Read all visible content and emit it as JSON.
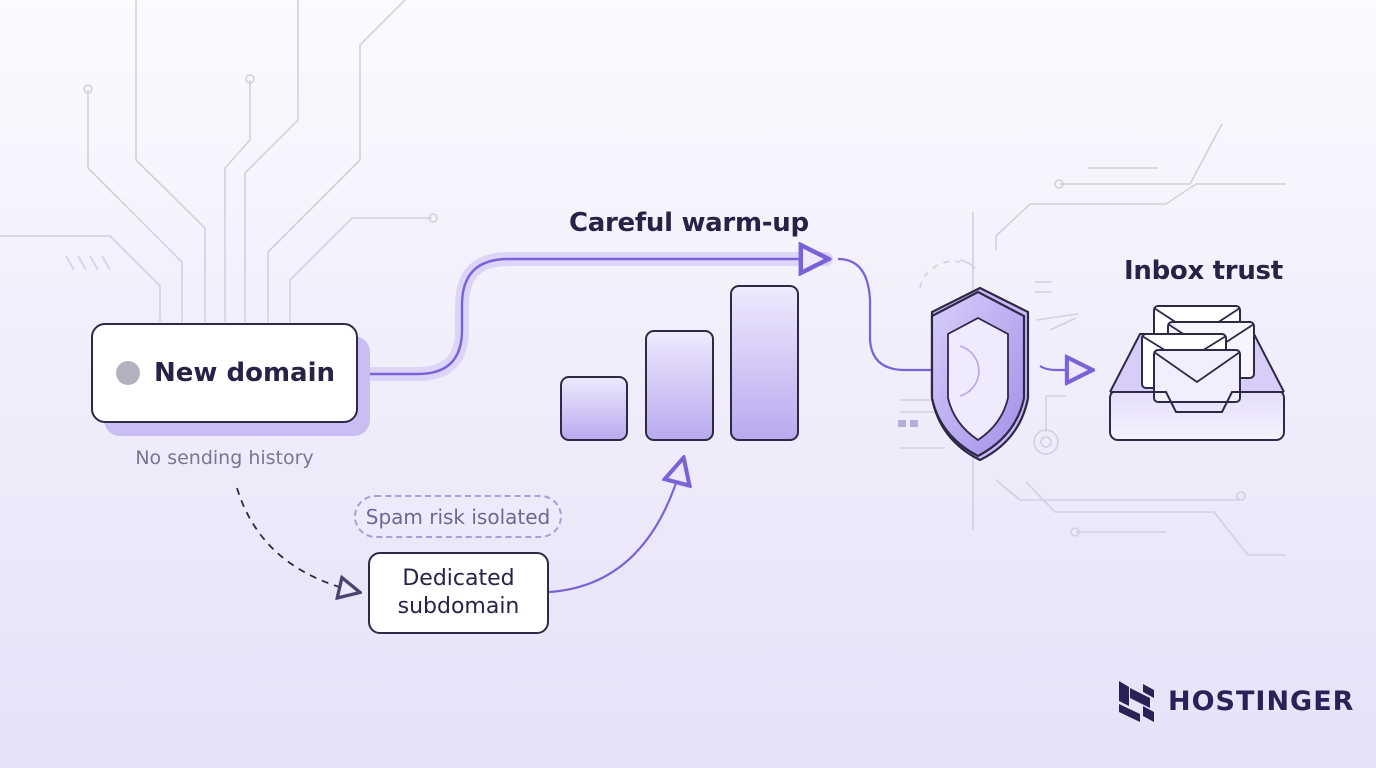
{
  "nodes": {
    "new_domain": {
      "label": "New domain",
      "caption": "No sending history"
    },
    "subdomain": {
      "label_line1": "Dedicated",
      "label_line2": "subdomain"
    },
    "spam_pill": {
      "label": "Spam risk isolated"
    }
  },
  "labels": {
    "warmup": "Careful warm-up",
    "inbox": "Inbox trust"
  },
  "brand": {
    "name": "HOSTINGER"
  },
  "colors": {
    "accent": "#7b62d8",
    "accent_light": "#c9bdf4",
    "ink": "#2f2948",
    "circuit": "#cfcadf"
  },
  "icons": {
    "bars": "warm-up-bars-icon",
    "shield": "shield-icon",
    "inbox": "inbox-tray-icon",
    "logo": "hostinger-logo-icon"
  }
}
